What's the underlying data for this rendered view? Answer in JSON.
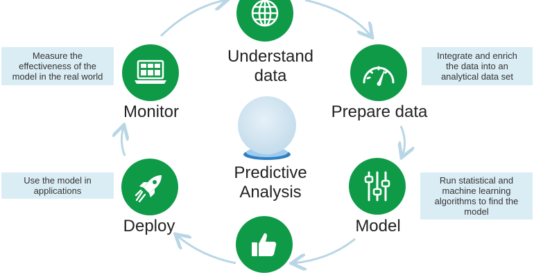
{
  "colors": {
    "node": "#0e9a47",
    "ring": "#b8d6e5",
    "note_bg": "#dbedf4",
    "ball": "#cfe4f0",
    "ball_base": "#6fa9d8"
  },
  "center": {
    "line1": "Predictive",
    "line2": "Analysis"
  },
  "stages": [
    {
      "id": "understand",
      "line1": "Understand",
      "line2": "data",
      "icon": "globe-icon"
    },
    {
      "id": "prepare",
      "line1": "Prepare data",
      "line2": "",
      "icon": "gauge-icon"
    },
    {
      "id": "model",
      "line1": "Model",
      "line2": "",
      "icon": "sliders-icon"
    },
    {
      "id": "evaluate",
      "line1": "",
      "line2": "",
      "icon": "thumbs-up-icon"
    },
    {
      "id": "deploy",
      "line1": "Deploy",
      "line2": "",
      "icon": "rocket-icon"
    },
    {
      "id": "monitor",
      "line1": "Monitor",
      "line2": "",
      "icon": "monitor-icon"
    }
  ],
  "notes": {
    "monitor": {
      "l1": "Measure the",
      "l2": "effectiveness of the",
      "l3": "model in the real world",
      "l4": ""
    },
    "prepare": {
      "l1": "Integrate and enrich",
      "l2": "the data into an",
      "l3": "analytical data set",
      "l4": ""
    },
    "deploy": {
      "l1": "Use the model in",
      "l2": "applications",
      "l3": "",
      "l4": ""
    },
    "model": {
      "l1": "Run statistical and",
      "l2": "machine learning",
      "l3": "algorithms to find the",
      "l4": "model"
    }
  }
}
